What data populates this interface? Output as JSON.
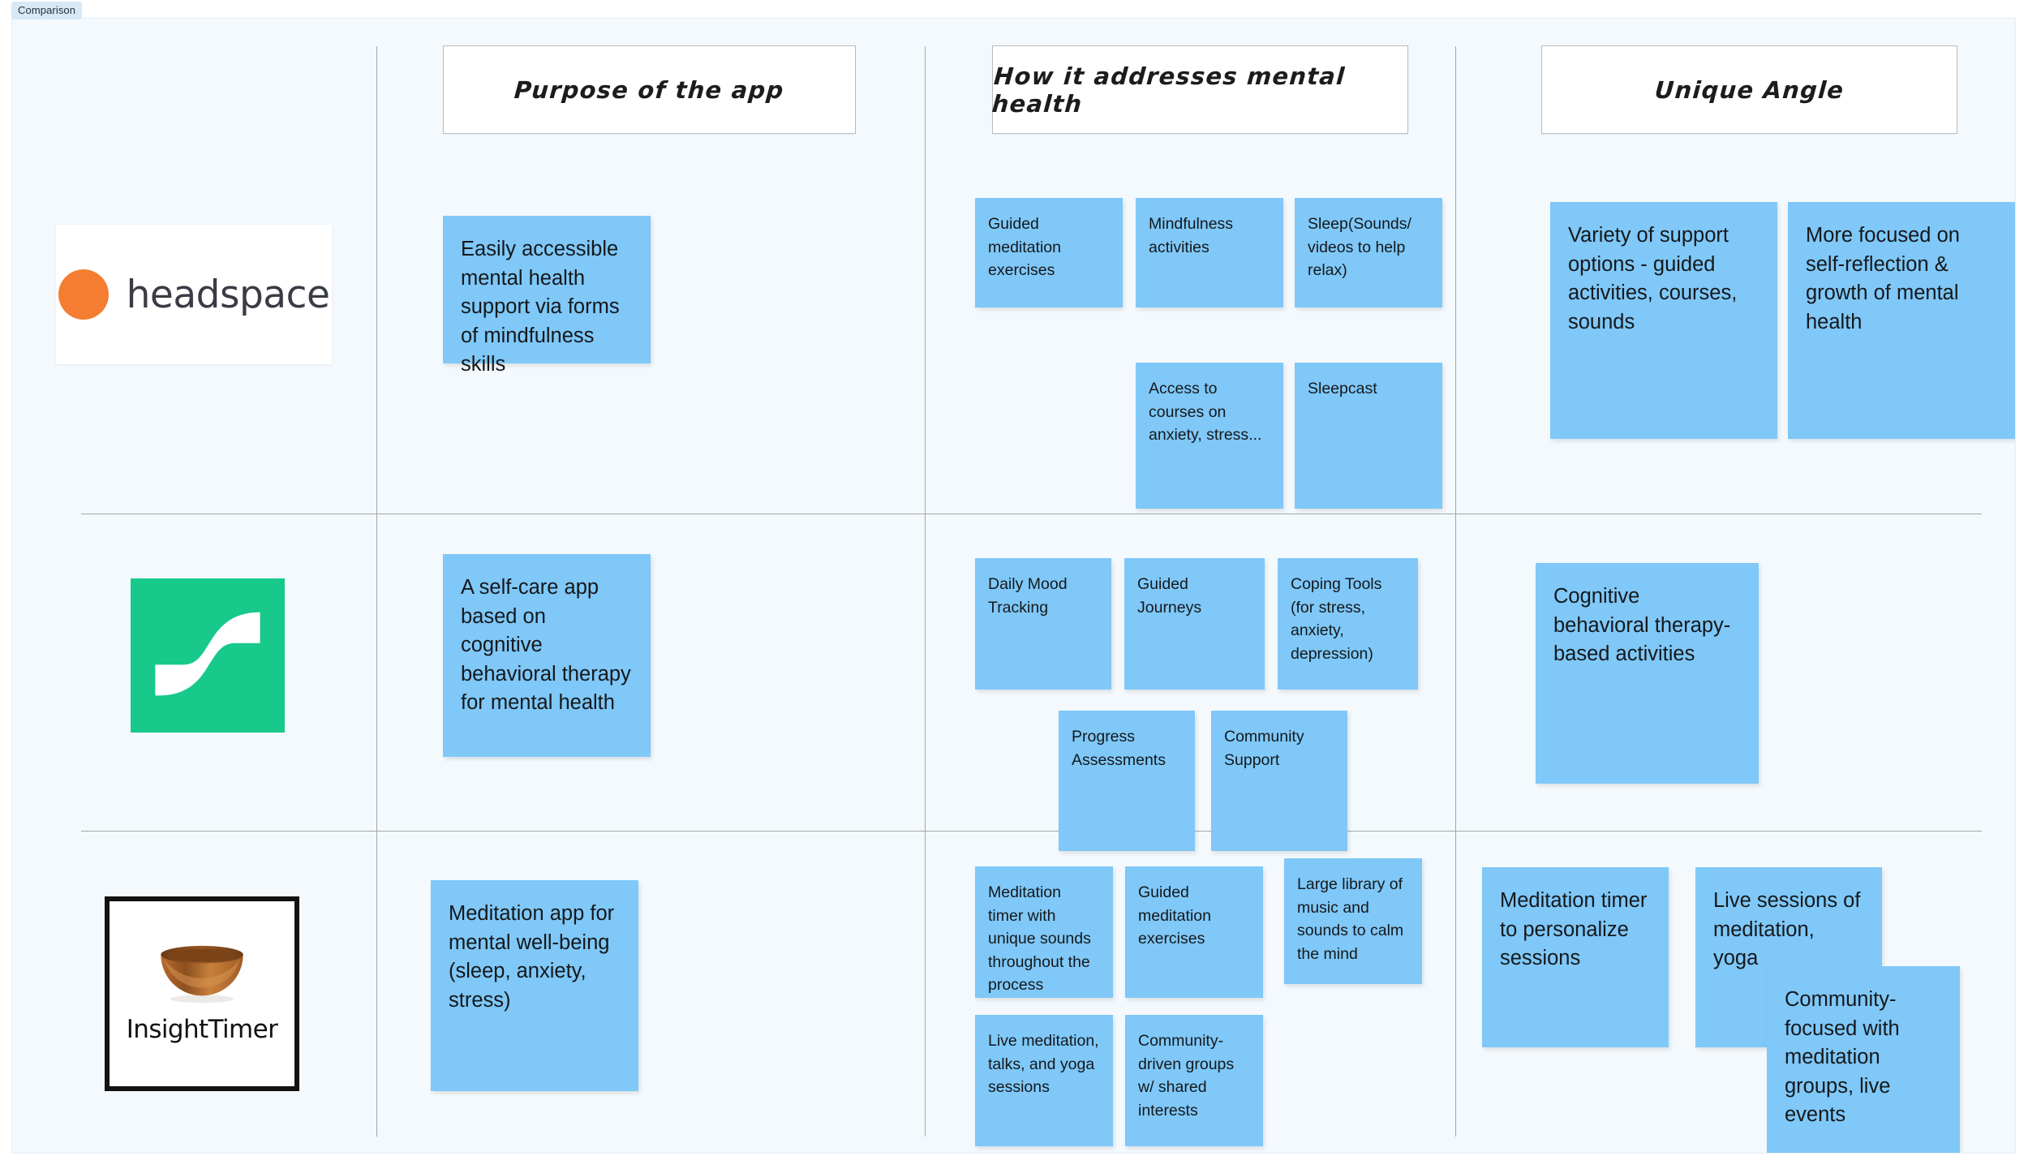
{
  "frame": {
    "tag": "Comparison"
  },
  "colors": {
    "canvas_bg": "#f4f9fd",
    "sticky_blue": "#7fc8f8",
    "grid_line": "#a3a7aa",
    "header_card": "#ffffff",
    "headspace_orange": "#f47d31",
    "sanvello_green": "#17c98a",
    "insight_border": "#121212",
    "text_dark": "#15181b"
  },
  "columns": [
    {
      "id": "purpose",
      "label": "Purpose of the app"
    },
    {
      "id": "mental_health",
      "label": "How it addresses mental health"
    },
    {
      "id": "unique_angle",
      "label": "Unique Angle"
    }
  ],
  "rows": [
    {
      "id": "headspace",
      "logo": {
        "type": "headspace-logo",
        "wordmark": "headspace"
      },
      "purpose": [
        {
          "text": "Easily accessible mental health support via forms of mindfulness skills"
        }
      ],
      "mental_health": [
        {
          "text": "Guided meditation exercises"
        },
        {
          "text": "Mindfulness activities"
        },
        {
          "text": "Sleep(Sounds/ videos to help relax)"
        },
        {
          "text": "Access to courses on anxiety, stress..."
        },
        {
          "text": "Sleepcast"
        }
      ],
      "unique_angle": [
        {
          "text": "Variety of support options - guided activities, courses, sounds"
        },
        {
          "text": "More focused on self-reflection & growth of mental health"
        }
      ]
    },
    {
      "id": "sanvello",
      "logo": {
        "type": "sanvello-logo",
        "wordmark": ""
      },
      "purpose": [
        {
          "text": "A self-care app based on cognitive behavioral therapy for mental health"
        }
      ],
      "mental_health": [
        {
          "text": "Daily Mood Tracking"
        },
        {
          "text": "Guided Journeys"
        },
        {
          "text": "Coping Tools (for stress, anxiety, depression)"
        },
        {
          "text": "Progress Assessments"
        },
        {
          "text": "Community Support"
        }
      ],
      "unique_angle": [
        {
          "text": "Cognitive behavioral therapy-based activities"
        }
      ]
    },
    {
      "id": "insighttimer",
      "logo": {
        "type": "insighttimer-logo",
        "wordmark": "InsightTimer"
      },
      "purpose": [
        {
          "text": "Meditation app for mental well-being (sleep, anxiety, stress)"
        }
      ],
      "mental_health": [
        {
          "text": "Meditation timer with unique sounds throughout the process"
        },
        {
          "text": "Guided meditation exercises"
        },
        {
          "text": "Large library of music and sounds to calm the mind"
        },
        {
          "text": "Live meditation, talks, and yoga sessions"
        },
        {
          "text": "Community-driven groups w/ shared interests"
        }
      ],
      "unique_angle": [
        {
          "text": "Meditation timer to personalize sessions"
        },
        {
          "text": "Live sessions of meditation, yoga"
        },
        {
          "text": "Community-focused with meditation groups, live events"
        }
      ]
    }
  ]
}
